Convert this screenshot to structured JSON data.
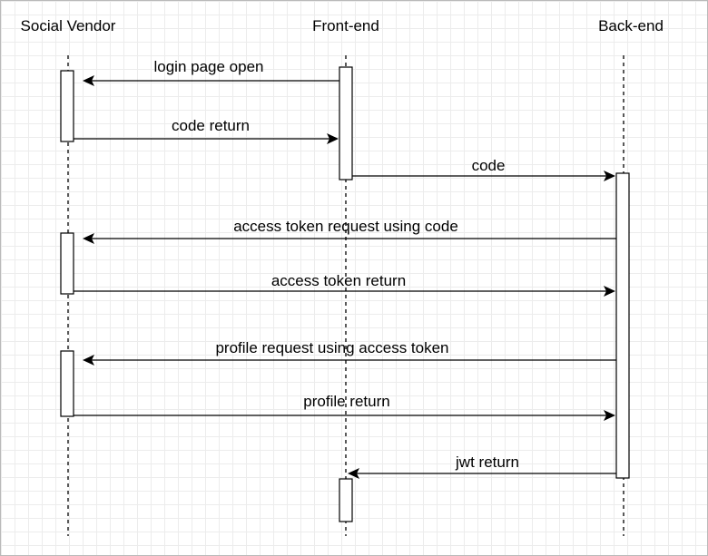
{
  "participants": [
    {
      "id": "social",
      "label": "Social Vendor"
    },
    {
      "id": "front",
      "label": "Front-end"
    },
    {
      "id": "back",
      "label": "Back-end"
    }
  ],
  "messages": [
    {
      "id": "m1",
      "label": "login page open",
      "from": "front",
      "to": "social"
    },
    {
      "id": "m2",
      "label": "code return",
      "from": "social",
      "to": "front"
    },
    {
      "id": "m3",
      "label": "code",
      "from": "front",
      "to": "back"
    },
    {
      "id": "m4",
      "label": "access token request using code",
      "from": "back",
      "to": "social"
    },
    {
      "id": "m5",
      "label": "access token return",
      "from": "social",
      "to": "back"
    },
    {
      "id": "m6",
      "label": "profile request using access token",
      "from": "back",
      "to": "social"
    },
    {
      "id": "m7",
      "label": "profile return",
      "from": "social",
      "to": "back"
    },
    {
      "id": "m8",
      "label": "jwt return",
      "from": "back",
      "to": "front"
    }
  ]
}
